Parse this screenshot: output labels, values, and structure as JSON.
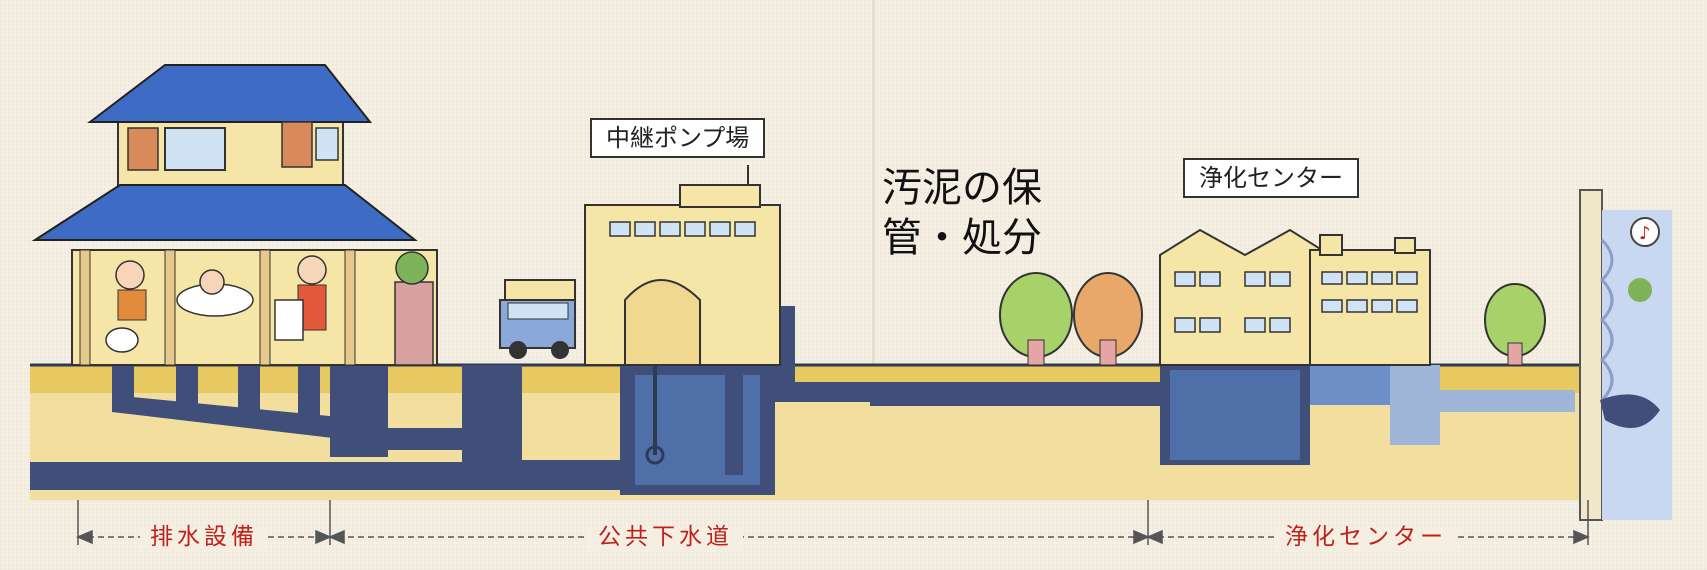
{
  "labels": {
    "pump_station": "中継ポンプ場",
    "purification_center": "浄化センター",
    "sludge_text_line1": "汚泥の保",
    "sludge_text_line2": "管・処分"
  },
  "segments": {
    "drainage": "排水設備",
    "public_sewer": "公共下水道",
    "purification": "浄化センター"
  },
  "colors": {
    "soil": "#e8c860",
    "soil_light": "#f2dfa0",
    "pipe": "#3f4f7a",
    "pipe_water": "#4f6fa8",
    "roof": "#3e6bc4",
    "wall": "#f5e6a8",
    "segment_text": "#c0221b"
  }
}
